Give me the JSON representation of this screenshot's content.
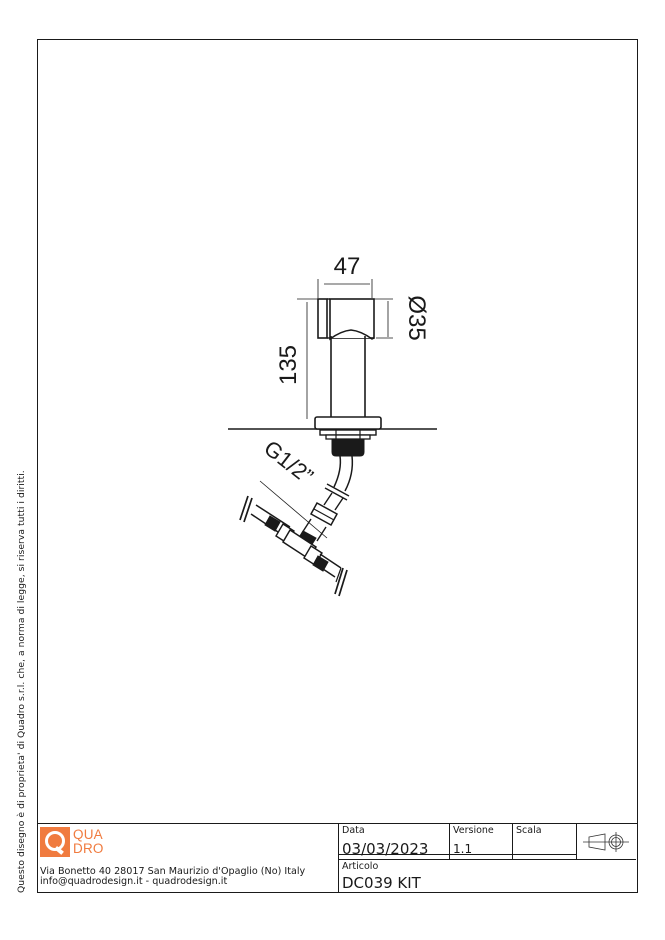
{
  "side_note": "Questo disegno è di proprieta' di Quadro s.r.l. che, a norma di legge, si riserva tutti i diritti.",
  "drawing": {
    "dimensions": {
      "width": "47",
      "diameter": "Ø35",
      "height": "135",
      "thread": "G1/2”"
    }
  },
  "title_block": {
    "logo": {
      "line1": "QUA",
      "line2": "DRO",
      "color": "#f07b3f"
    },
    "address_line1": "Via Bonetto 40  28017 San Maurizio d'Opaglio (No) Italy",
    "address_line2": "info@quadrodesign.it  -  quadrodesign.it",
    "fields": {
      "data_label": "Data",
      "data_value": "03/03/2023",
      "versione_label": "Versione",
      "versione_value": "1.1",
      "scala_label": "Scala",
      "scala_value": "",
      "articolo_label": "Articolo",
      "articolo_value": "DC039 KIT"
    },
    "projection_symbol": "first-angle-projection-icon"
  }
}
